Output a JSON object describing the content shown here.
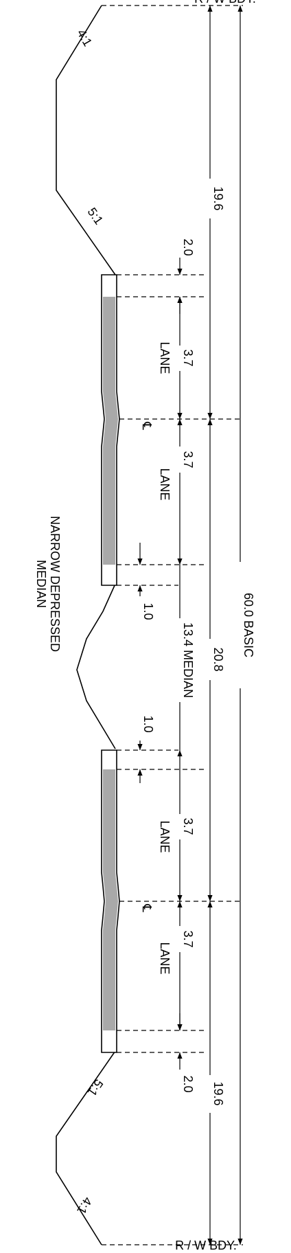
{
  "labels": {
    "rw_top": "R / W BDY.",
    "rw_bottom": "R / W BDY.",
    "basic": "60.0 BASIC",
    "half_top": "19.6",
    "half_bottom": "19.6",
    "median_width": "13.4 MEDIAN",
    "roadway": "20.8",
    "shoulder_top": "2.0",
    "shoulder_bottom": "2.0",
    "lane_dim_1": "3.7",
    "lane_dim_2": "3.7",
    "lane_dim_3": "3.7",
    "lane_dim_4": "3.7",
    "lane_1": "LANE",
    "lane_2": "LANE",
    "lane_3": "LANE",
    "lane_4": "LANE",
    "inner_shoulder_1": "1.0",
    "inner_shoulder_2": "1.0",
    "slope_4_1_top": "4:1",
    "slope_5_1_top": "5:1",
    "slope_5_1_bottom": "5:1",
    "slope_4_1_bottom": "4:1",
    "centerline_symbol": "℄",
    "median_type": [
      "NARROW DEPRESSED",
      "MEDIAN"
    ]
  },
  "colors": {
    "line": "#000000",
    "pavement_shade": "#a9a9a9"
  }
}
